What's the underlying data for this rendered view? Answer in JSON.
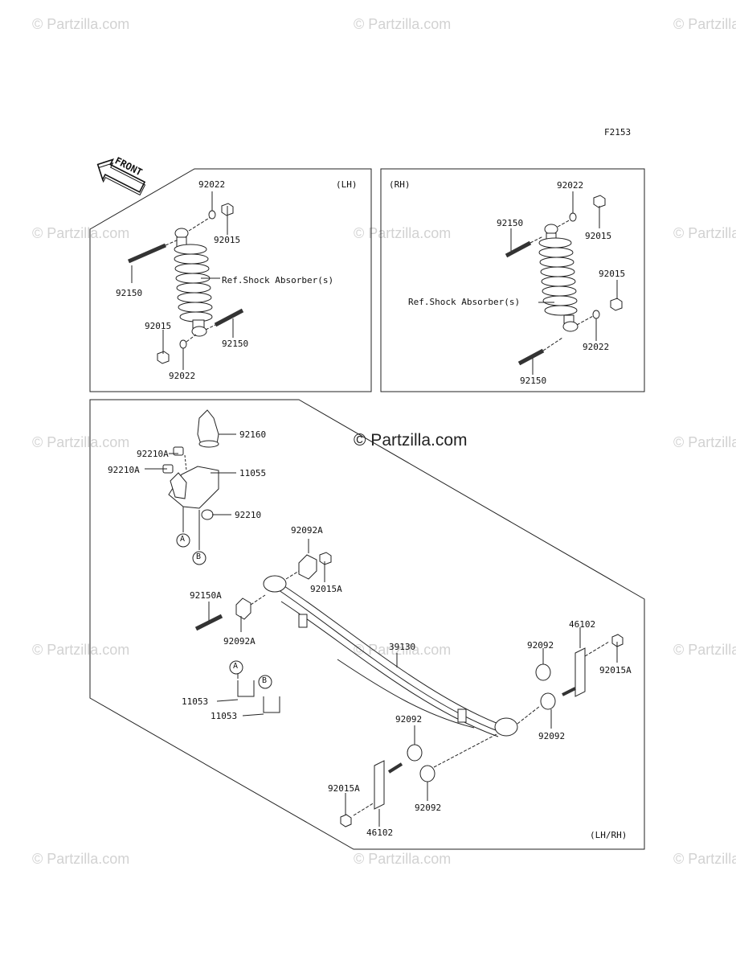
{
  "figure_code": "F2153",
  "front_label": "FRONT",
  "watermark": "© Partzilla.com",
  "panels": {
    "lh": {
      "side": "(LH)",
      "ref": "Ref.Shock Absorber(s)"
    },
    "rh": {
      "side": "(RH)",
      "ref": "Ref.Shock Absorber(s)"
    },
    "spring": {
      "side": "(LH/RH)"
    }
  },
  "parts": {
    "lh_92022_top": "92022",
    "lh_92015_top": "92015",
    "lh_92150_left": "92150",
    "lh_92015_bot": "92015",
    "lh_92150_bot": "92150",
    "lh_92022_bot": "92022",
    "rh_92022_top": "92022",
    "rh_92015_top": "92015",
    "rh_92150_top": "92150",
    "rh_92015_mid": "92015",
    "rh_92022_bot": "92022",
    "rh_92150_bot": "92150",
    "p92160": "92160",
    "p92210A_1": "92210A",
    "p92210A_2": "92210A",
    "p11055": "11055",
    "p92210": "92210",
    "p92092A_top": "92092A",
    "p92015A_top": "92015A",
    "p92150A": "92150A",
    "p92092A_bot": "92092A",
    "p39130": "39130",
    "p46102_top": "46102",
    "p92092_r1": "92092",
    "p92015A_r": "92015A",
    "p92092_r2": "92092",
    "p11053_1": "11053",
    "p11053_2": "11053",
    "p92092_c1": "92092",
    "p92092_c2": "92092",
    "p92015A_bot": "92015A",
    "p46102_bot": "46102",
    "callout_a": "A",
    "callout_b": "B"
  }
}
